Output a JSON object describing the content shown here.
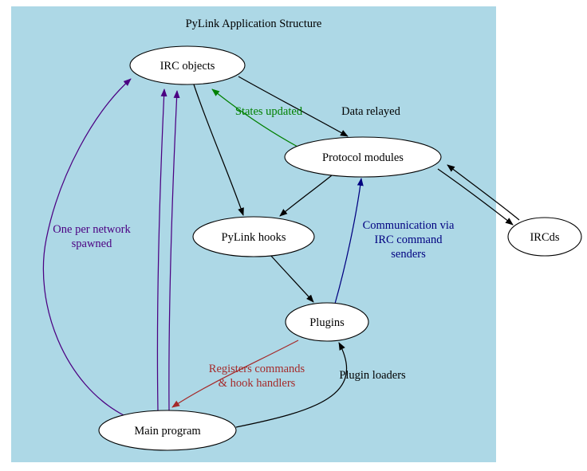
{
  "title": "PyLink Application Structure",
  "colors": {
    "background": "#add8e6",
    "node_fill": "#ffffff",
    "node_stroke": "#000000",
    "black": "#000000",
    "green": "#008000",
    "purple": "#4b0082",
    "navy": "#000080",
    "brown": "#a52a2a"
  },
  "nodes": [
    {
      "id": "irc-objects",
      "label": "IRC objects"
    },
    {
      "id": "protocol-modules",
      "label": "Protocol modules"
    },
    {
      "id": "pylink-hooks",
      "label": "PyLink hooks"
    },
    {
      "id": "plugins",
      "label": "Plugins"
    },
    {
      "id": "main-program",
      "label": "Main program"
    },
    {
      "id": "ircds",
      "label": "IRCds"
    }
  ],
  "edges": [
    {
      "from": "IRC objects",
      "to": "Protocol modules",
      "label": "Data relayed",
      "color": "#000000"
    },
    {
      "from": "Protocol modules",
      "to": "IRC objects",
      "label": "States updated",
      "color": "#008000"
    },
    {
      "from": "IRC objects",
      "to": "PyLink hooks",
      "label": "",
      "color": "#000000"
    },
    {
      "from": "Protocol modules",
      "to": "PyLink hooks",
      "label": "",
      "color": "#000000"
    },
    {
      "from": "PyLink hooks",
      "to": "Plugins",
      "label": "",
      "color": "#000000"
    },
    {
      "from": "Plugins",
      "to": "Protocol modules",
      "label": "Communication via IRC command senders",
      "label_lines": [
        "Communication via",
        "IRC command",
        "senders"
      ],
      "color": "#000080"
    },
    {
      "from": "Main program",
      "to": "IRC objects",
      "label": "One per network spawned",
      "label_lines": [
        "One per network",
        "spawned"
      ],
      "color": "#4b0082"
    },
    {
      "from": "Main program",
      "to": "IRC objects",
      "label": "",
      "color": "#4b0082"
    },
    {
      "from": "Main program",
      "to": "IRC objects",
      "label": "",
      "color": "#4b0082"
    },
    {
      "from": "Main program",
      "to": "Plugins",
      "label": "Plugin loaders",
      "color": "#000000"
    },
    {
      "from": "Plugins",
      "to": "Main program",
      "label": "Registers commands & hook handlers",
      "label_lines": [
        "Registers commands",
        "& hook handlers"
      ],
      "color": "#a52a2a"
    },
    {
      "from": "Protocol modules",
      "to": "IRCds",
      "label": "",
      "color": "#000000"
    },
    {
      "from": "IRCds",
      "to": "Protocol modules",
      "label": "",
      "color": "#000000"
    }
  ]
}
